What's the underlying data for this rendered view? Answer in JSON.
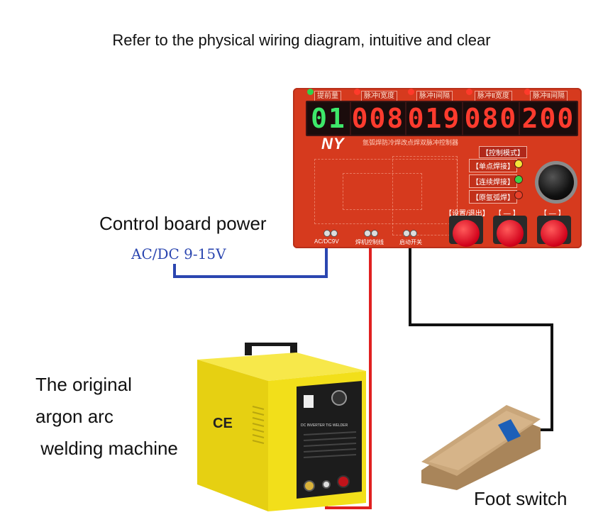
{
  "title": "Refer to the physical wiring diagram, intuitive and clear",
  "labels": {
    "control_board": "Control board power",
    "power_spec": "AC/DC 9-15V",
    "welder": [
      "The original",
      "argon arc",
      " welding machine"
    ],
    "foot_switch": "Foot switch"
  },
  "board": {
    "headers": [
      "提前量",
      "脉冲Ⅰ宽度",
      "脉冲Ⅰ间隔",
      "脉冲Ⅱ宽度",
      "脉冲Ⅱ间隔"
    ],
    "displays": [
      "01",
      "008",
      "019",
      "080",
      "200"
    ],
    "brand": "NY",
    "subtitle": "氩弧焊防冷焊改点焊双脉冲控制器",
    "mode_title": "【控制模式】",
    "modes": [
      "【单点焊接】",
      "【连续焊接】",
      "【原氩弧焊】"
    ],
    "buttons": [
      "【设置/退出】",
      "【 — 】",
      "【 — 】"
    ],
    "terminals": [
      "AC/DC9V",
      "焊机控制线",
      "启动开关"
    ]
  },
  "welder_panel": "DC INVERTER TIG WELDER",
  "colors": {
    "board": "#d63a1e",
    "display_green": "#3ee86a",
    "display_red": "#ff3b2e",
    "wire_power": "#2b46b0",
    "wire_welder": "#e02020",
    "wire_switch": "#111111",
    "welder_yellow": "#f2df1a",
    "pedal": "#c9a67a"
  }
}
